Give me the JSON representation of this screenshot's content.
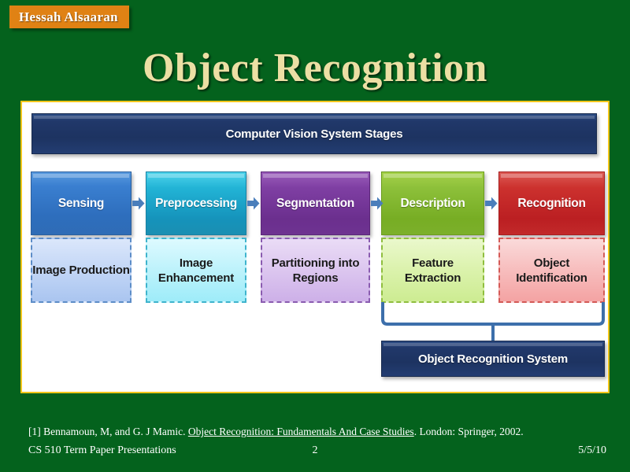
{
  "slide": {
    "presenter_badge": "Hessah Alsaaran",
    "title": "Object Recognition",
    "background_color": "#04621d",
    "title_color": "#ecdfa4",
    "badge_color": "#e08214",
    "panel_border_color": "#f2c61a"
  },
  "diagram": {
    "header": "Computer Vision System Stages",
    "system_bar": "Object Recognition System",
    "stages": [
      {
        "name": "Sensing",
        "detail": "Image Production",
        "color": "#2e6ebd"
      },
      {
        "name": "Preprocessing",
        "detail": "Image Enhancement",
        "color": "#1593bb"
      },
      {
        "name": "Segmentation",
        "detail": "Partitioning into Regions",
        "color": "#6b2f8e"
      },
      {
        "name": "Description",
        "detail": "Feature Extraction",
        "color": "#77ad24"
      },
      {
        "name": "Recognition",
        "detail": "Object Identification",
        "color": "#bb1f22"
      }
    ],
    "arrow_color": "#4a7ebb",
    "bracket_color": "#3d6fab",
    "bar_color": "#1d3361"
  },
  "footer": {
    "citation_prefix": "[1] Bennamoun, M, and G. J Mamic. ",
    "citation_title": "Object Recognition: Fundamentals And Case Studies",
    "citation_suffix": ". London: Springer, 2002.",
    "course": "CS 510 Term Paper Presentations",
    "slide_number": "2",
    "date": "5/5/10"
  }
}
